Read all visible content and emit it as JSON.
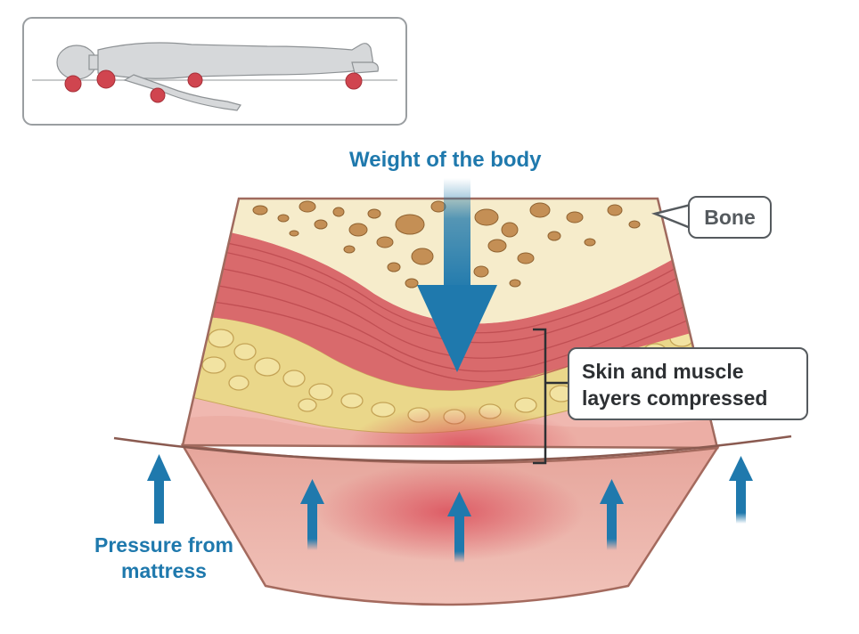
{
  "inset": {
    "pressure_points": [
      "head",
      "shoulder",
      "elbow",
      "sacrum",
      "heel"
    ],
    "point_color": "#d0454f"
  },
  "labels": {
    "weight": "Weight of the body",
    "bone": "Bone",
    "layers_line1": "Skin and muscle",
    "layers_line2": "layers compressed",
    "pressure_line1": "Pressure from",
    "pressure_line2": "mattress"
  },
  "colors": {
    "arrow_blue": "#1f79ad",
    "bone": "#f6eccb",
    "bone_spots": "#c0905a",
    "muscle": "#d96a6c",
    "fat": "#ead78a",
    "skin": "#f0b8b0",
    "mattress": "#e8a89e",
    "compression": "#d9404f"
  },
  "icons": [
    "arrow-down-icon",
    "arrow-up-icon",
    "bracket-icon"
  ]
}
